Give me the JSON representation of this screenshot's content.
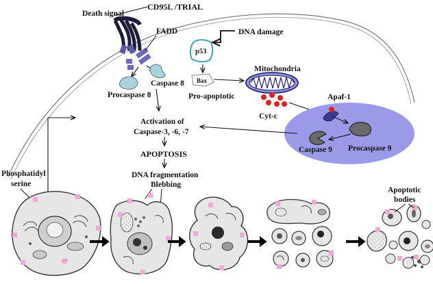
{
  "labels": {
    "death_signal": "Death signal",
    "receptor": "CD95L /TRIAL",
    "fadd": "FADD",
    "dna_damage": "DNA damage",
    "p53": "p53",
    "bax": "Bax",
    "pro_apoptotic": "Pro-apoptotic",
    "mitochondria": "Mitochondria",
    "cyt_c": "Cyt-c",
    "apaf1": "Apaf-1",
    "procaspase8": "Procaspase 8",
    "caspase8": "Caspase 8",
    "activation_line1": "Activation of",
    "activation_line2": "Caspase-3, -6, -7",
    "apoptosis": "APOPTOSIS",
    "dna_fragmentation": "DNA fragmentation",
    "blebbing": "Blebbing",
    "procaspase9": "Procaspase 9",
    "caspase9": "Caspase 9",
    "phosphatidyl_line1": "Phosphatidyl",
    "phosphatidyl_line2": "serine",
    "apoptotic_line1": "Apoptotic",
    "apoptotic_line2": "bodies"
  },
  "colors": {
    "receptor_dark": "#1e1e3c",
    "receptor_blue": "#5a5aa8",
    "caspase8_fill": "#a8d4de",
    "p53_stroke": "#4aa8b8",
    "mitochondria_fill": "#9a9ae0",
    "mitochondria_stroke": "#2a2a7a",
    "cyt_c": "#e02020",
    "apoptosome_fill": "#9a9ae8",
    "caspase9_fill": "#707070",
    "marker_pink": "#f0a8d8",
    "cell_fill": "#e6e6e6",
    "arrow_black": "#000000"
  }
}
